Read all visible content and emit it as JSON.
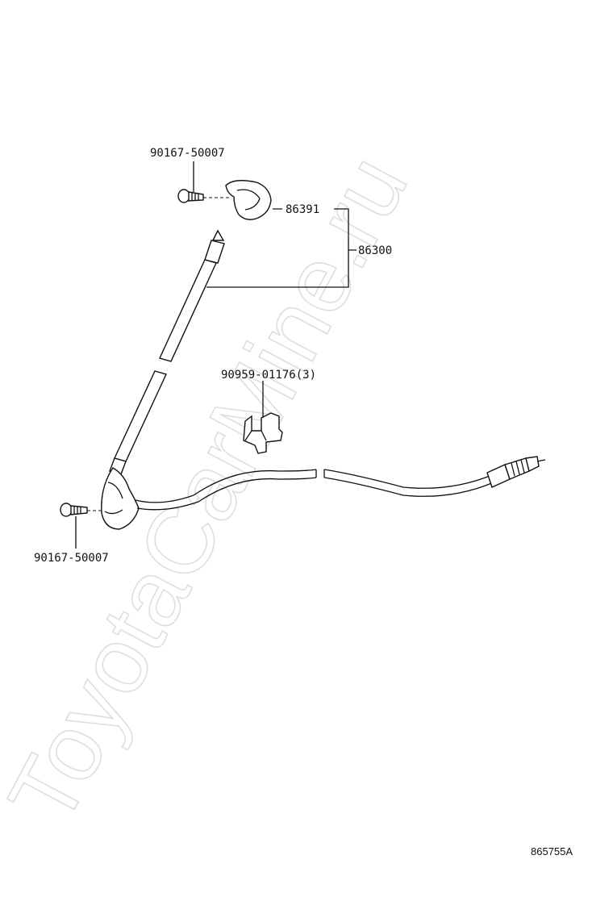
{
  "watermark": "ToyotaCarMine.ru",
  "diagram_code": "865755A",
  "parts": {
    "screw_top": "90167-50007",
    "cover": "86391",
    "antenna_assy": "86300",
    "clamp": "90959-01176(3)",
    "screw_bottom": "90167-50007"
  }
}
